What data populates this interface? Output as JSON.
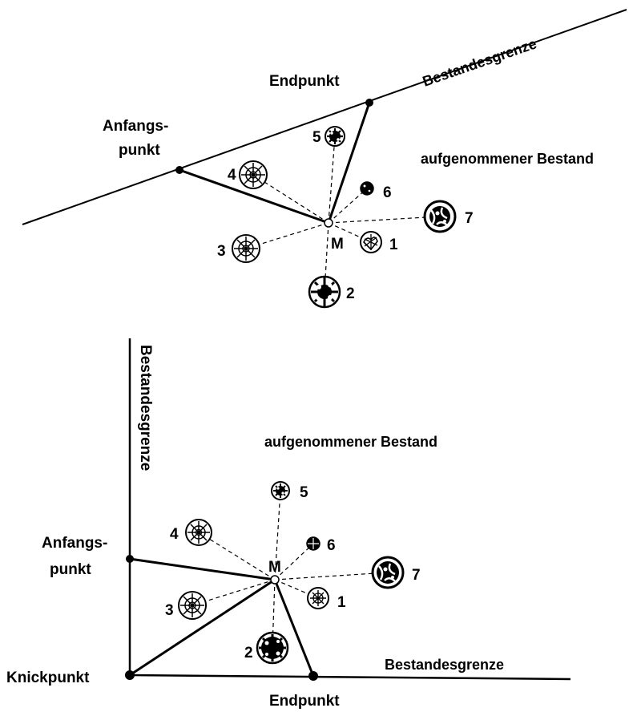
{
  "top_diagram": {
    "boundary_label": "Bestandesgrenze",
    "start_label_line1": "Anfangs-",
    "start_label_line2": "punkt",
    "end_label": "Endpunkt",
    "stand_label": "aufgenommener Bestand",
    "center_label": "M",
    "trees": [
      {
        "number": "1",
        "style": "light"
      },
      {
        "number": "2",
        "style": "dark"
      },
      {
        "number": "3",
        "style": "light"
      },
      {
        "number": "4",
        "style": "light"
      },
      {
        "number": "5",
        "style": "dark"
      },
      {
        "number": "6",
        "style": "black"
      },
      {
        "number": "7",
        "style": "dark"
      }
    ]
  },
  "bottom_diagram": {
    "vertical_boundary_label": "Bestandesgrenze",
    "horizontal_boundary_label": "Bestandesgrenze",
    "start_label_line1": "Anfangs-",
    "start_label_line2": "punkt",
    "corner_label": "Knickpunkt",
    "end_label": "Endpunkt",
    "stand_label": "aufgenommener Bestand",
    "center_label": "M",
    "trees": [
      {
        "number": "1",
        "style": "light"
      },
      {
        "number": "2",
        "style": "dark"
      },
      {
        "number": "3",
        "style": "light"
      },
      {
        "number": "4",
        "style": "light"
      },
      {
        "number": "5",
        "style": "dark"
      },
      {
        "number": "6",
        "style": "black"
      },
      {
        "number": "7",
        "style": "dark"
      }
    ]
  }
}
